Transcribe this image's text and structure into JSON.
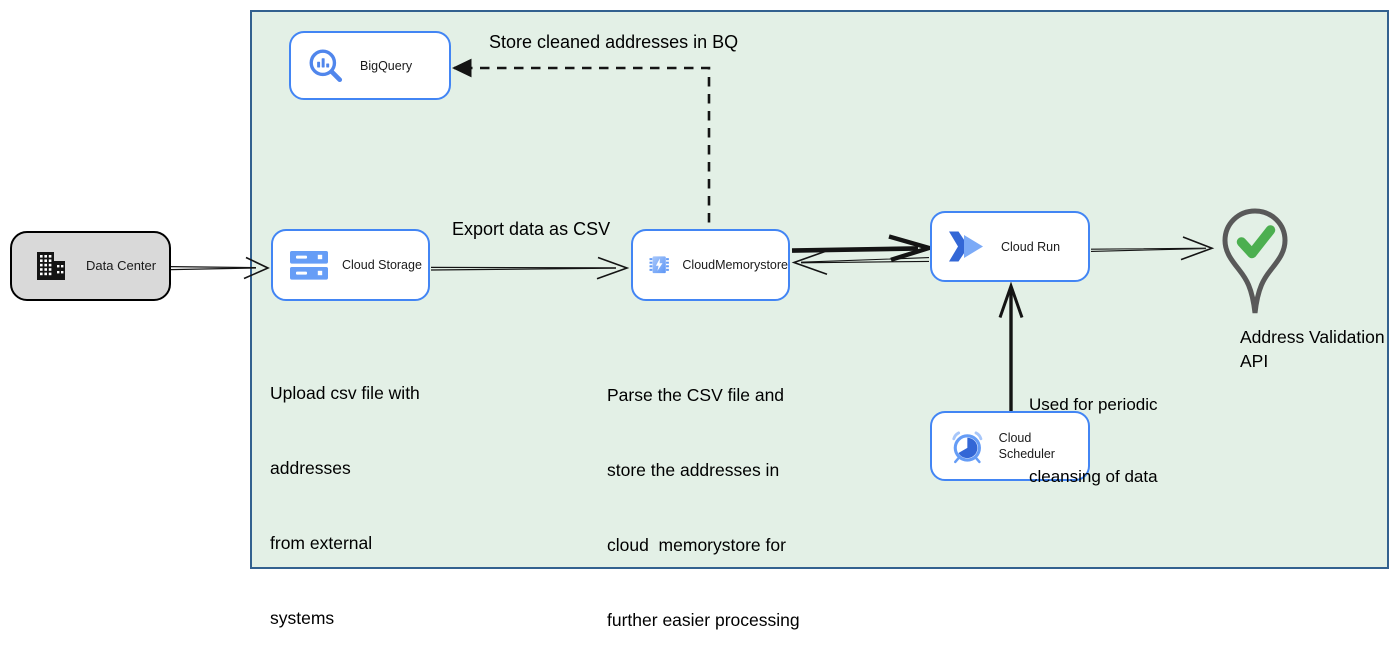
{
  "diagram": {
    "nodes": {
      "data_center": {
        "label": "Data Center"
      },
      "bigquery": {
        "label": "BigQuery"
      },
      "cloud_storage": {
        "label": "Cloud Storage"
      },
      "cloud_memorystore": {
        "lines": [
          "Cloud",
          "Memorystore"
        ]
      },
      "cloud_run": {
        "label": "Cloud Run"
      },
      "cloud_scheduler": {
        "label": "Cloud Scheduler"
      },
      "address_validation_api": {
        "lines": [
          "Address Validation",
          "API"
        ]
      }
    },
    "annotations": {
      "store_bq": "Store cleaned addresses in BQ",
      "export_csv": "Export data as CSV",
      "upload_note": [
        "Upload csv file with",
        "addresses",
        "from external",
        "systems"
      ],
      "parse_note": [
        "Parse the CSV file and",
        "store the addresses in",
        "cloud  memorystore for",
        "further easier processing"
      ],
      "scheduler_note": [
        "Used for periodic",
        "cleansing of data"
      ]
    },
    "icons": {
      "data_center": "building-icon",
      "bigquery": "bigquery-magnifier-chart-icon",
      "cloud_storage": "storage-bars-icon",
      "cloud_memorystore": "memory-chip-bolt-icon",
      "cloud_run": "run-chevrons-icon",
      "cloud_scheduler": "alarm-clock-icon",
      "address_validation_api": "map-pin-check-icon"
    },
    "colors": {
      "container_fill": "#E3F0E6",
      "container_border": "#33618F",
      "node_border": "#4285F4",
      "node_fill": "#FFFFFF",
      "data_center_fill": "#D9D9D9",
      "arrow_black": "#141414",
      "icon_blue": "#669DF6",
      "icon_blue_dark": "#3367D6",
      "icon_blue_light": "#A8C7FA",
      "pin_gray": "#595959",
      "check_green": "#4CAF50"
    }
  }
}
